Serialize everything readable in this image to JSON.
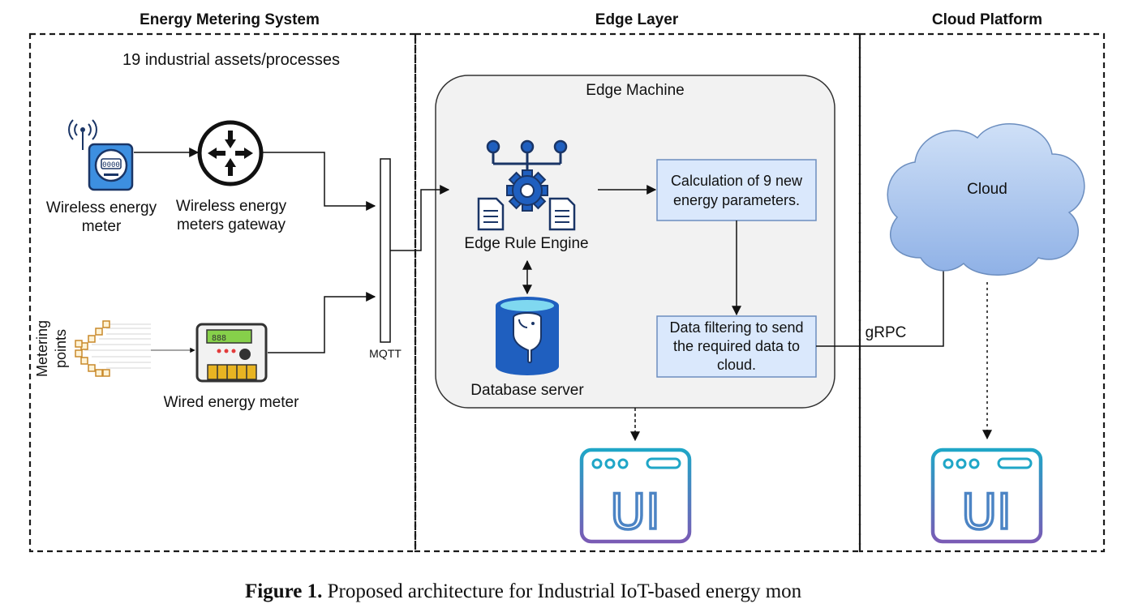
{
  "sections": {
    "energy_metering": "Energy Metering System",
    "edge_layer": "Edge Layer",
    "cloud_platform": "Cloud Platform"
  },
  "assets_label": "19 industrial assets/processes",
  "wireless_meter": {
    "line1": "Wireless energy",
    "line2": "meter"
  },
  "gateway": {
    "line1": "Wireless energy",
    "line2": "meters gateway"
  },
  "metering_points": {
    "line1": "Metering",
    "line2": "points"
  },
  "wired_meter": {
    "label": "Wired energy meter",
    "display": "888"
  },
  "mqtt": "MQTT",
  "edge_machine": "Edge Machine",
  "rule_engine": "Edge Rule Engine",
  "database_server": "Database server",
  "calc_box": {
    "line1": "Calculation of 9 new",
    "line2": "energy parameters."
  },
  "filter_box": {
    "line1": "Data filtering to send",
    "line2": "the required data to",
    "line3": "cloud."
  },
  "grpc": "gRPC",
  "cloud": "Cloud",
  "meter_display": "0000",
  "ui_label": "UI",
  "caption": {
    "bold": "Figure 1.",
    "text": " Proposed architecture for Industrial IoT-based energy mon"
  },
  "colors": {
    "dash": "#1a1a1a",
    "edge_fill": "#f2f2f2",
    "box_fill": "#dae8fc",
    "box_stroke": "#6c8ebf",
    "cloud_fill": "#b3ccf0",
    "icon_navy": "#1a3566",
    "icon_blue": "#1f5fbf",
    "meter_orange": "#c9892a",
    "ui_top": "#1fa6c7",
    "ui_bottom": "#7a5bb5"
  }
}
